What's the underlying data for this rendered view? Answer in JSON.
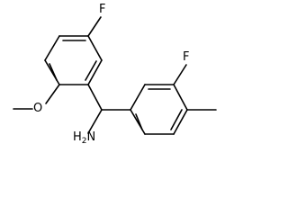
{
  "molecule": {
    "atoms": {
      "fluorine_top": "F",
      "fluorine_right": "F",
      "methoxy_oxygen": "O",
      "amine_prefix": "H",
      "amine_sub": "2",
      "amine_suffix": "N"
    }
  },
  "colors": {
    "bond": "#000000",
    "background": "#ffffff"
  }
}
